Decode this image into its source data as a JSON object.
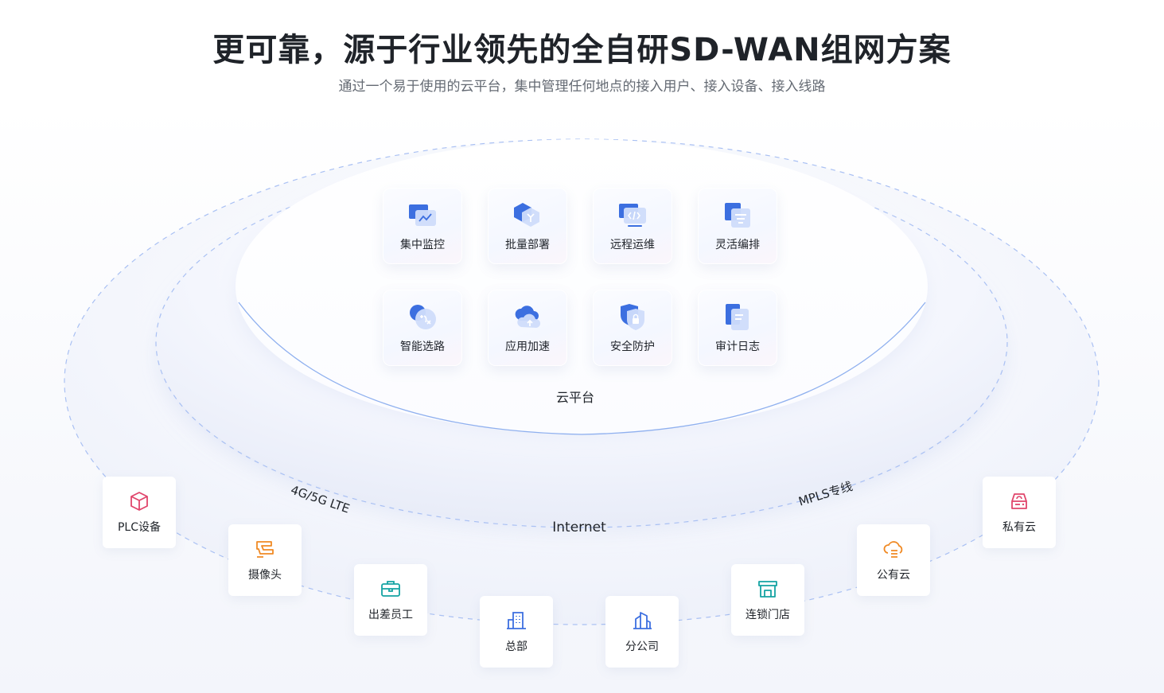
{
  "header": {
    "title": "更可靠，源于行业领先的全自研SD-WAN组网方案",
    "subtitle": "通过一个易于使用的云平台，集中管理任何地点的接入用户、接入设备、接入线路"
  },
  "platform": {
    "label": "云平台",
    "features": [
      {
        "label": "集中监控",
        "icon": "monitor-chart-icon"
      },
      {
        "label": "批量部署",
        "icon": "batch-deploy-icon"
      },
      {
        "label": "远程运维",
        "icon": "remote-ops-icon"
      },
      {
        "label": "灵活编排",
        "icon": "flexible-orchestration-icon"
      },
      {
        "label": "智能选路",
        "icon": "smart-routing-icon"
      },
      {
        "label": "应用加速",
        "icon": "cloud-upload-icon"
      },
      {
        "label": "安全防护",
        "icon": "shield-lock-icon"
      },
      {
        "label": "审计日志",
        "icon": "audit-log-icon"
      }
    ]
  },
  "links": {
    "internet": "Internet",
    "lte": "4G/5G LTE",
    "mpls": "MPLS专线"
  },
  "endpoints": [
    {
      "label": "PLC设备",
      "icon": "cube-icon",
      "color": "#e0456b"
    },
    {
      "label": "摄像头",
      "icon": "camera-icon",
      "color": "#f08a24"
    },
    {
      "label": "出差员工",
      "icon": "briefcase-icon",
      "color": "#14a3a3"
    },
    {
      "label": "总部",
      "icon": "building-icon",
      "color": "#3c6fe0"
    },
    {
      "label": "分公司",
      "icon": "branch-building-icon",
      "color": "#3c6fe0"
    },
    {
      "label": "连锁门店",
      "icon": "store-icon",
      "color": "#14a3a3"
    },
    {
      "label": "公有云",
      "icon": "public-cloud-icon",
      "color": "#f08a24"
    },
    {
      "label": "私有云",
      "icon": "private-cloud-icon",
      "color": "#e0456b"
    }
  ],
  "colors": {
    "accent_blue": "#3c6fe0",
    "light_blue": "#9db8f5",
    "title": "#1f2329",
    "subtitle": "#646a73"
  }
}
